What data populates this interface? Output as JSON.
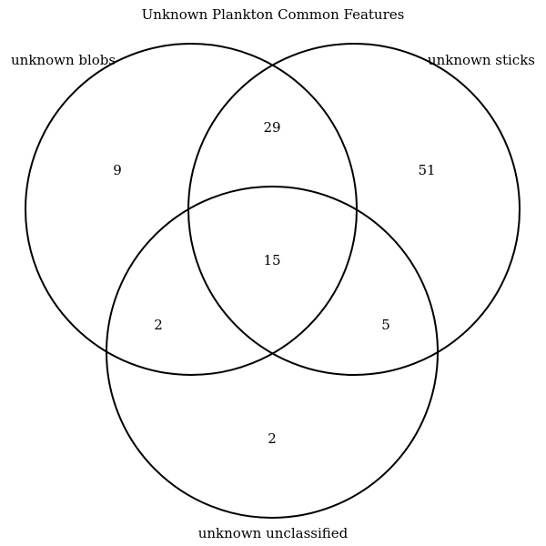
{
  "diagram": {
    "title": "Unknown Plankton Common Features",
    "sets": {
      "blobs": {
        "label": "unknown blobs"
      },
      "sticks": {
        "label": "unknown sticks"
      },
      "unclassified": {
        "label": "unknown unclassified"
      }
    },
    "regions": {
      "blobs_only": "9",
      "sticks_only": "51",
      "unclassified_only": "2",
      "blobs_sticks": "29",
      "blobs_unclassified": "2",
      "sticks_unclassified": "5",
      "all_three": "15"
    },
    "colors": {
      "stroke": "#000000",
      "text": "#000000",
      "background": "#ffffff"
    }
  }
}
